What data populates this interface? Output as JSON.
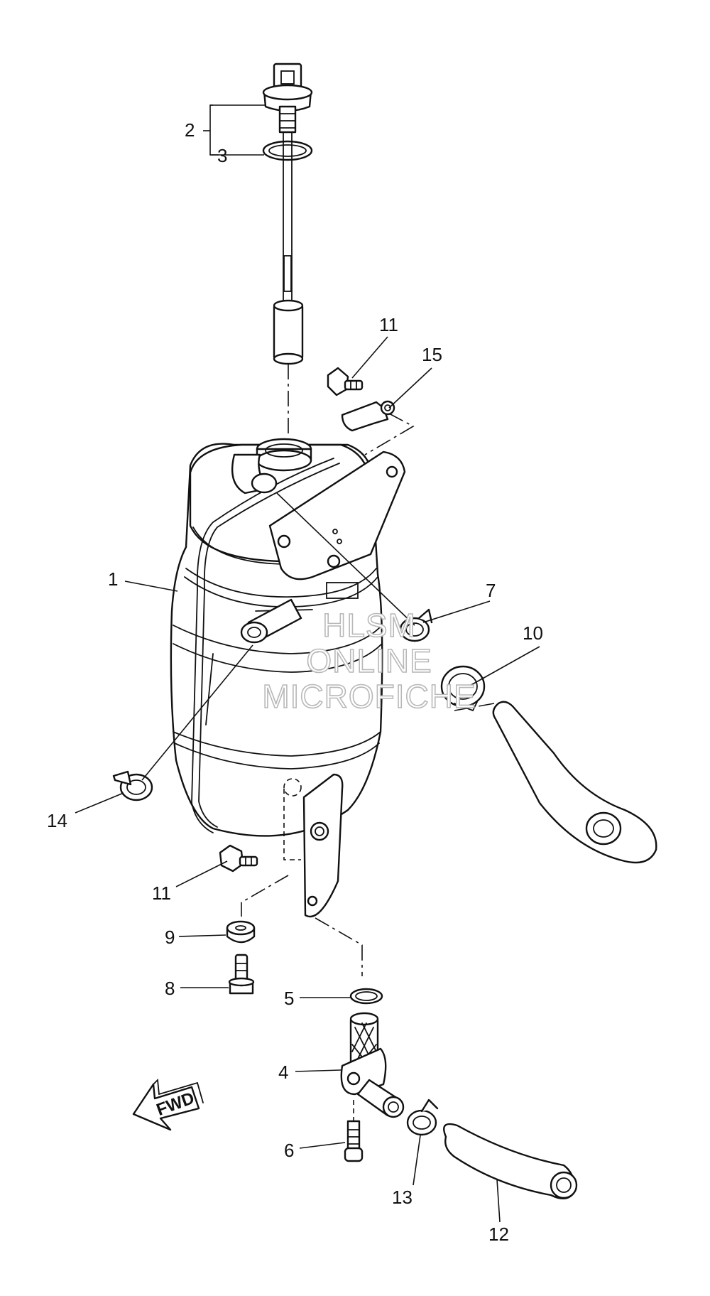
{
  "callouts": {
    "c1": "1",
    "c2": "2",
    "c3": "3",
    "c4": "4",
    "c5": "5",
    "c6": "6",
    "c7": "7",
    "c8": "8",
    "c9": "9",
    "c10": "10",
    "c11a": "11",
    "c11b": "11",
    "c12": "12",
    "c13": "13",
    "c14": "14",
    "c15": "15"
  },
  "watermark": {
    "line1": "HLSM",
    "line2": "ONLINE",
    "line3": "MICROFICHE"
  },
  "direction": {
    "label": "FWD"
  },
  "colors": {
    "line": "#111111",
    "paper": "#ffffff",
    "watermark": "#b8b8b8"
  }
}
